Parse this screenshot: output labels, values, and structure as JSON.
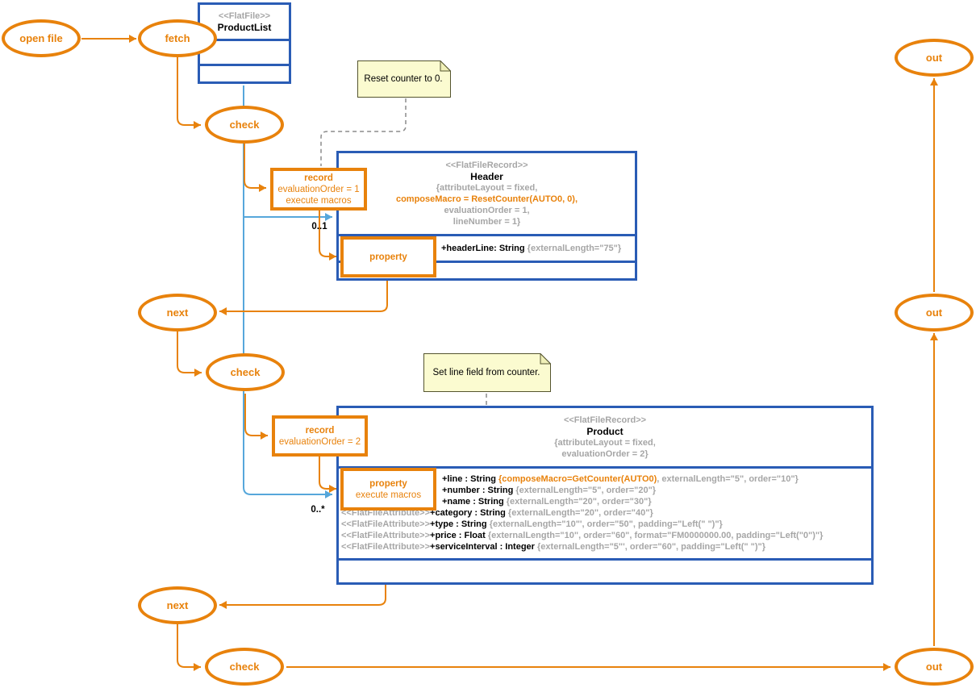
{
  "colors": {
    "orange": "#E8820C",
    "class_border_blue": "#2A5CB5",
    "flow_light_blue": "#56A7DB",
    "gray_text": "#A6A6A6",
    "note_fill": "#FBFBD0"
  },
  "ellipses": [
    {
      "id": "open-file",
      "label": "open file"
    },
    {
      "id": "fetch",
      "label": "fetch"
    },
    {
      "id": "check-1",
      "label": "check"
    },
    {
      "id": "next-1",
      "label": "next"
    },
    {
      "id": "check-2",
      "label": "check"
    },
    {
      "id": "next-2",
      "label": "next"
    },
    {
      "id": "check-3",
      "label": "check"
    },
    {
      "id": "out-1",
      "label": "out"
    },
    {
      "id": "out-2",
      "label": "out"
    },
    {
      "id": "out-3",
      "label": "out"
    }
  ],
  "action_boxes": [
    {
      "id": "record-1",
      "lines": [
        "record",
        "evaluationOrder = 1",
        "execute macros"
      ]
    },
    {
      "id": "property-1",
      "lines": [
        "property"
      ]
    },
    {
      "id": "record-2",
      "lines": [
        "record",
        "evaluationOrder = 2"
      ]
    },
    {
      "id": "property-2",
      "lines": [
        "property",
        "execute macros"
      ]
    }
  ],
  "classes": {
    "product_list": {
      "stereotype": "<<FlatFile>>",
      "name": "ProductList"
    },
    "header": {
      "stereotype": "<<FlatFileRecord>>",
      "name": "Header",
      "tag_line_1": "{attributeLayout = fixed,",
      "tag_macro": "composeMacro = ResetCounter(AUTO0, 0),",
      "tag_line_2": "evaluationOrder = 1,",
      "tag_line_3": "lineNumber = 1}",
      "attributes": [
        {
          "name": "+headerLine: String ",
          "rest": "{externalLength=\"75\"}"
        }
      ]
    },
    "product": {
      "stereotype": "<<FlatFileRecord>>",
      "name": "Product",
      "tag_line_1": "{attributeLayout = fixed,",
      "tag_line_2": "evaluationOrder = 2}",
      "attributes": [
        {
          "name": "+line : String ",
          "macro": "{composeMacro=GetCounter(AUTO0)",
          "rest": ", externalLength=\"5\", order=\"10\"}"
        },
        {
          "name": "+number : String ",
          "rest": "{externalLength=\"5\", order=\"20\"}"
        },
        {
          "name": "+name : String ",
          "rest": "{externalLength=\"20\", order=\"30\"}"
        },
        {
          "stereotype": "<<FlatFileAttribute>>",
          "name": "+category : String ",
          "rest": "{externalLength=\"20\", order=\"40\"}"
        },
        {
          "stereotype": "<<FlatFileAttribute>>",
          "name": "+type : String ",
          "rest": "{externalLength=\"10\"', order=\"50\", padding=\"Left(\" \")\"}"
        },
        {
          "stereotype": "<<FlatFileAttribute>>",
          "name": "+price : Float ",
          "rest": "{externalLength=\"10\", order=\"60\", format=\"FM0000000.00, padding=\"Left(\"0\")\"}"
        },
        {
          "stereotype": "<<FlatFileAttribute>>",
          "name": "+serviceInterval : Integer ",
          "rest": "{externalLength=\"5\"', order=\"60\", padding=\"Left(\" \")\"}"
        }
      ]
    }
  },
  "notes": [
    {
      "text": "Reset counter to 0."
    },
    {
      "text": "Set line field from counter."
    }
  ],
  "multiplicities": [
    {
      "label": "0..1"
    },
    {
      "label": "0..*"
    }
  ]
}
